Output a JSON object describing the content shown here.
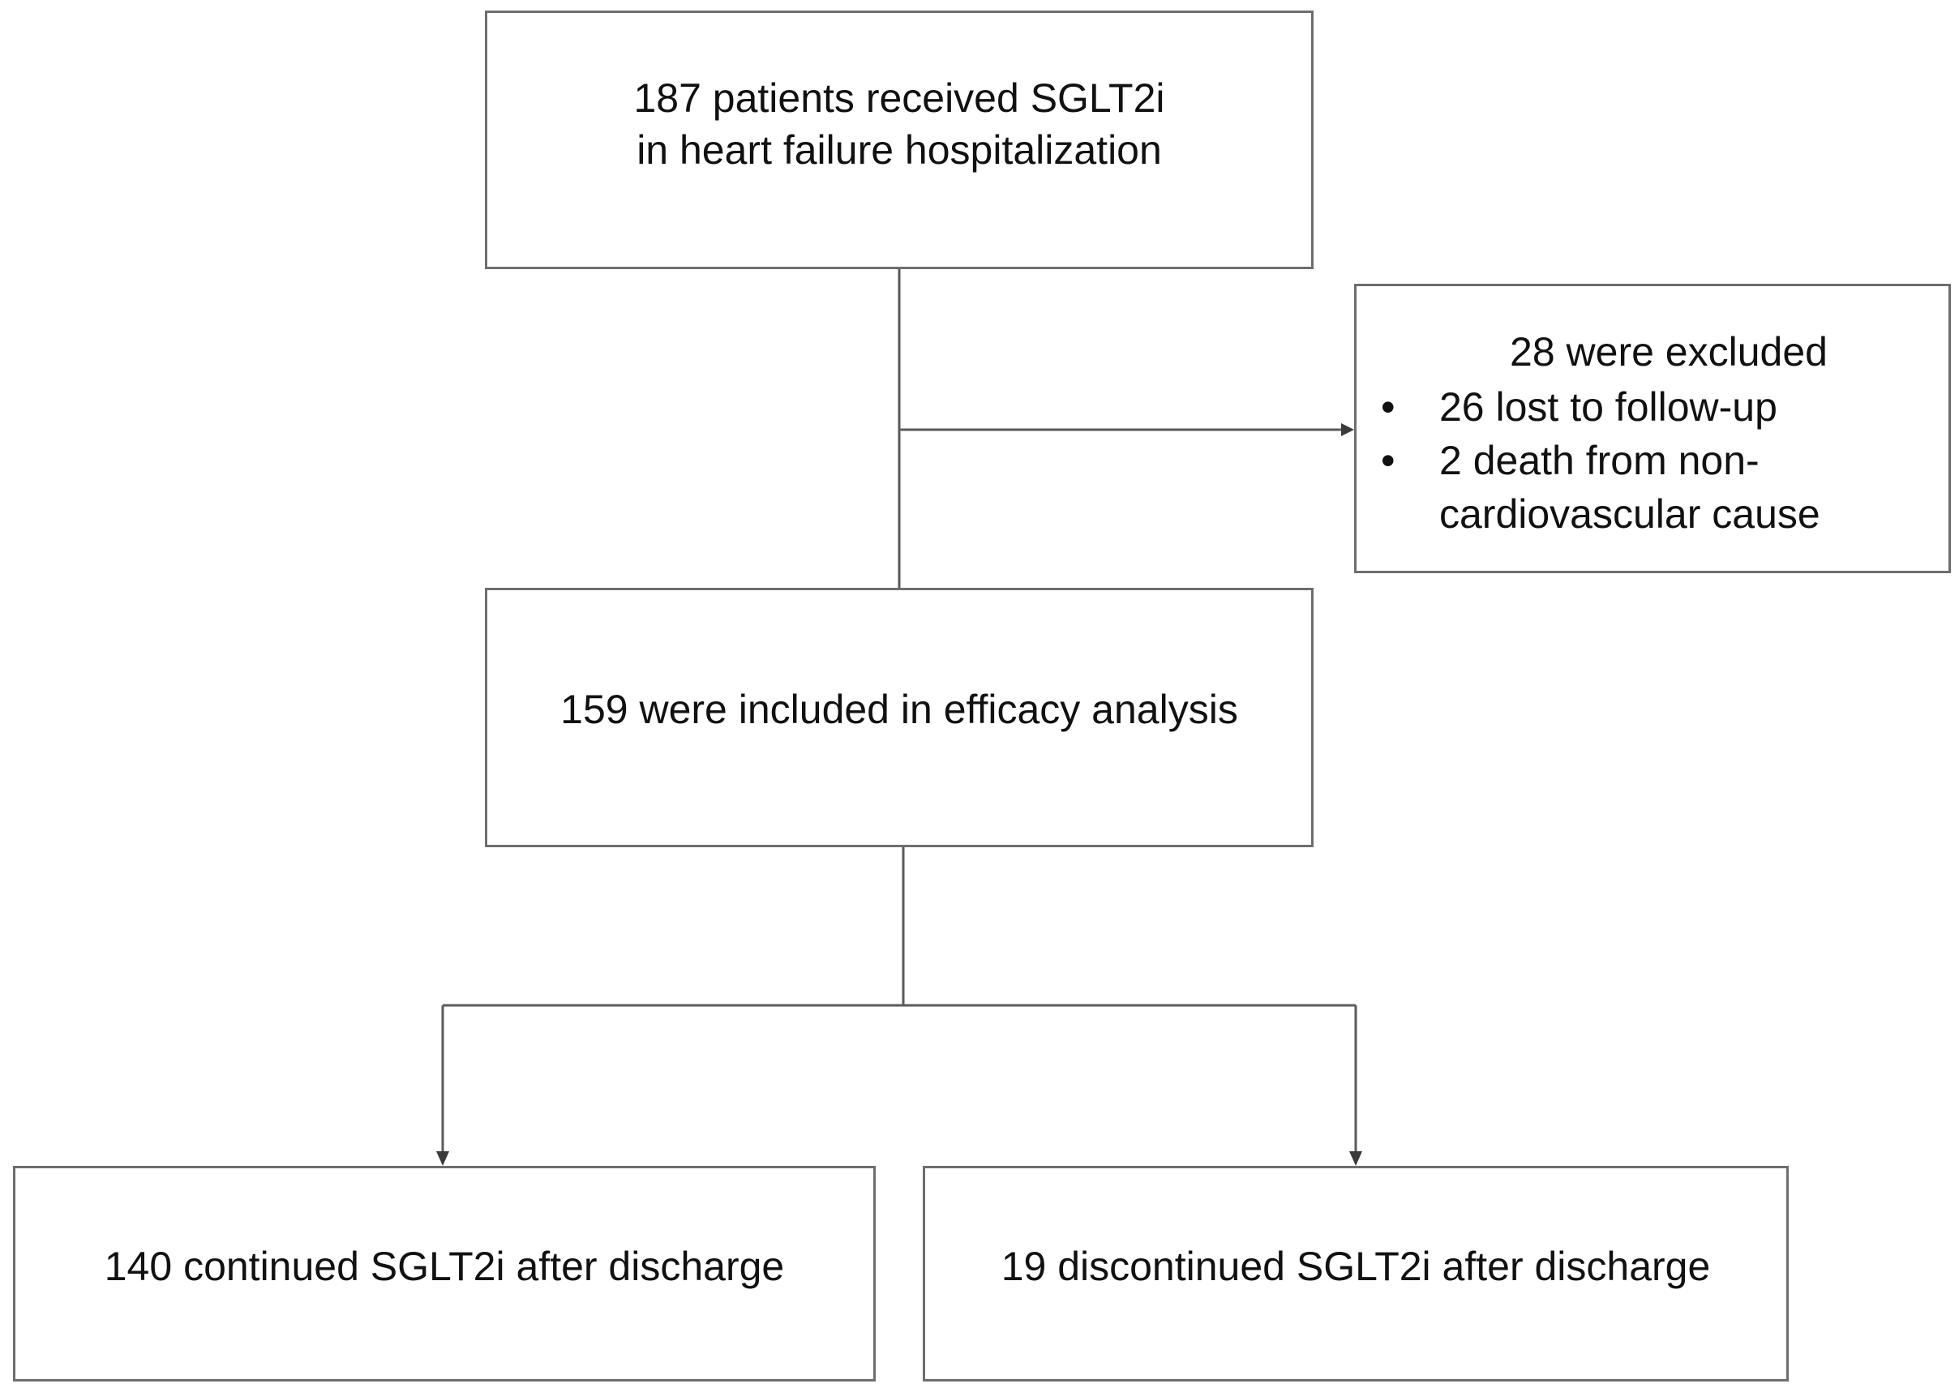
{
  "diagram": {
    "start": {
      "line1": "187 patients received SGLT2i",
      "line2": "in heart failure hospitalization"
    },
    "excluded": {
      "heading": "28 were excluded",
      "bullet_glyph": "•",
      "items": [
        {
          "line1": "26 lost to follow-up"
        },
        {
          "line1": "2 death from non-",
          "line2": "cardiovascular cause"
        }
      ]
    },
    "included": {
      "label": "159 were included  in efficacy analysis"
    },
    "continued": {
      "label": "140 continued  SGLT2i  after discharge"
    },
    "discontinued": {
      "label": "19 discontinued  SGLT2i  after discharge"
    },
    "colors": {
      "box_border": "#6e6e6e",
      "connector": "#5a5a5a",
      "text": "#111111"
    }
  }
}
